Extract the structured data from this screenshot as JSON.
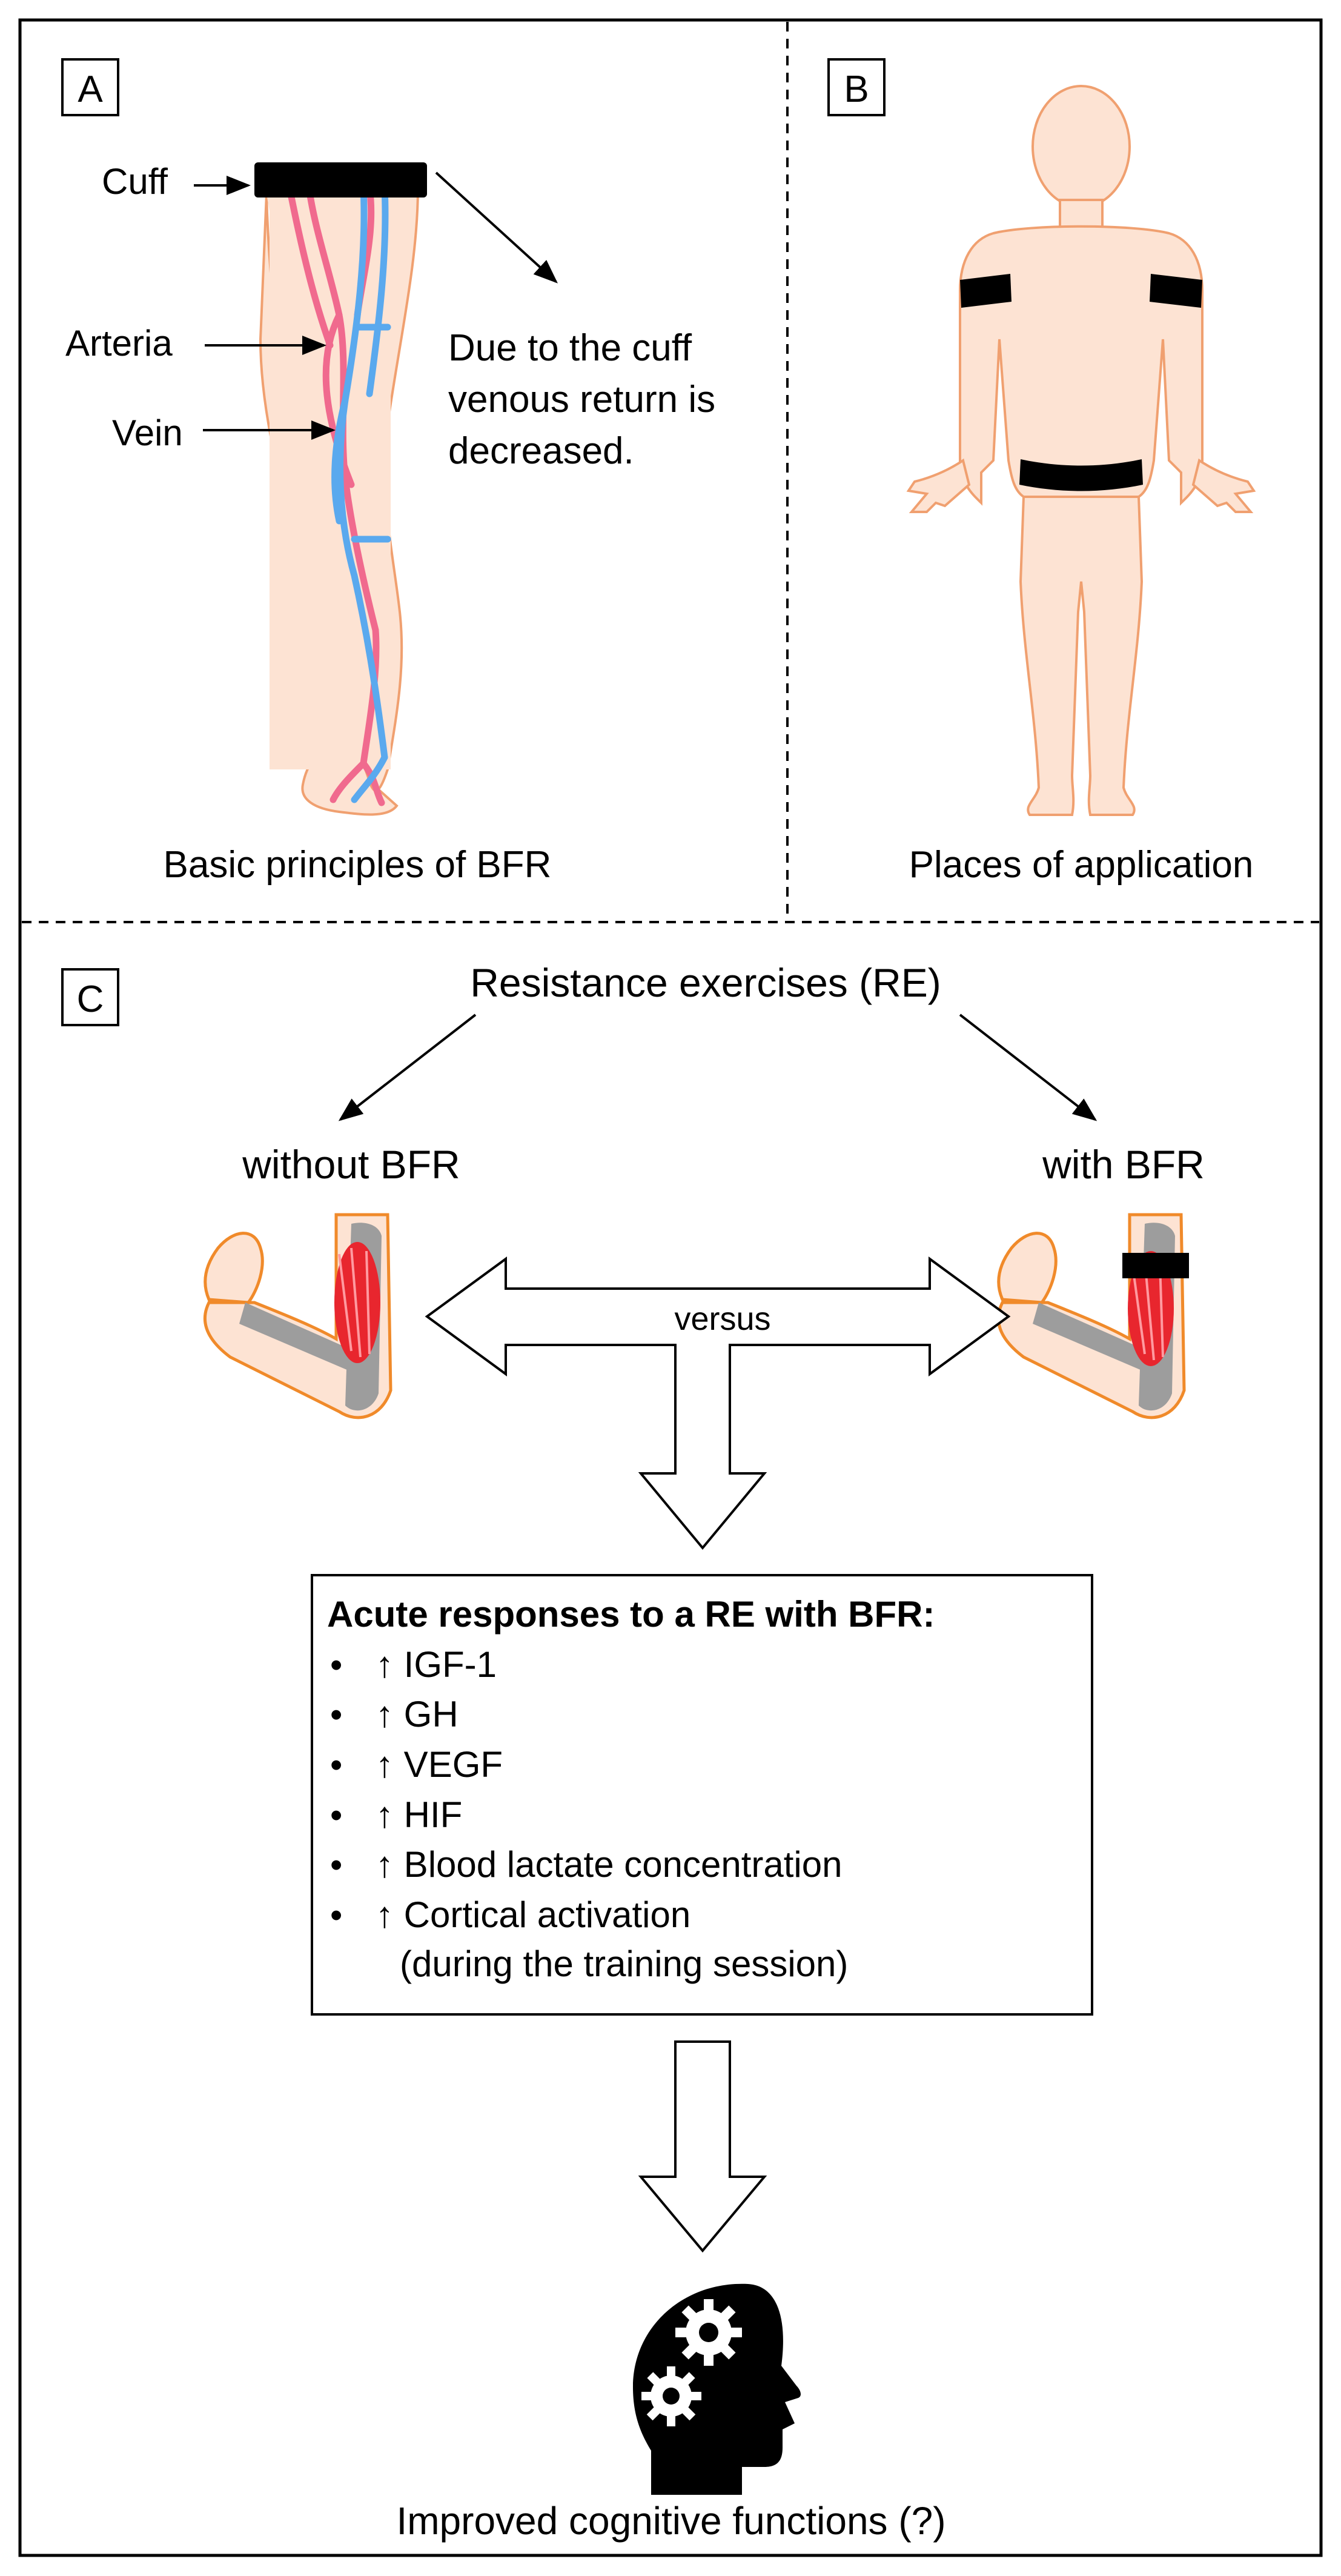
{
  "panels": {
    "a": {
      "letter": "A",
      "cuff_label": "Cuff",
      "arteria_label": "Arteria",
      "vein_label": "Vein",
      "note_lines": [
        "Due to the cuff",
        "venous return is",
        "decreased."
      ],
      "caption": "Basic principles of BFR"
    },
    "b": {
      "letter": "B",
      "caption": "Places of application"
    },
    "c": {
      "letter": "C",
      "re_title": "Resistance exercises (RE)",
      "without_label": "without BFR",
      "with_label": "with BFR",
      "versus_label": "versus",
      "responses_title": "Acute responses to a RE with BFR:",
      "responses": [
        "↑ IGF-1",
        "↑ GH",
        "↑ VEGF",
        "↑ HIF",
        "↑ Blood lactate concentration",
        "↑ Cortical activation"
      ],
      "responses_note": "(during the training session)",
      "bullet": "•",
      "outcome": "Improved cognitive functions (?)"
    }
  },
  "icons": [
    "leg-illustration",
    "human-silhouette",
    "arm-muscle-icon",
    "head-gears-icon"
  ],
  "colors": {
    "skin": "#fde3d3",
    "skin_outline": "#f0a070",
    "artery": "#f06a8e",
    "vein": "#5aa9ee",
    "muscle": "#e8262e",
    "bone": "#9d9d9d",
    "cuff": "#000000",
    "arm_outline": "#f08a2a"
  }
}
